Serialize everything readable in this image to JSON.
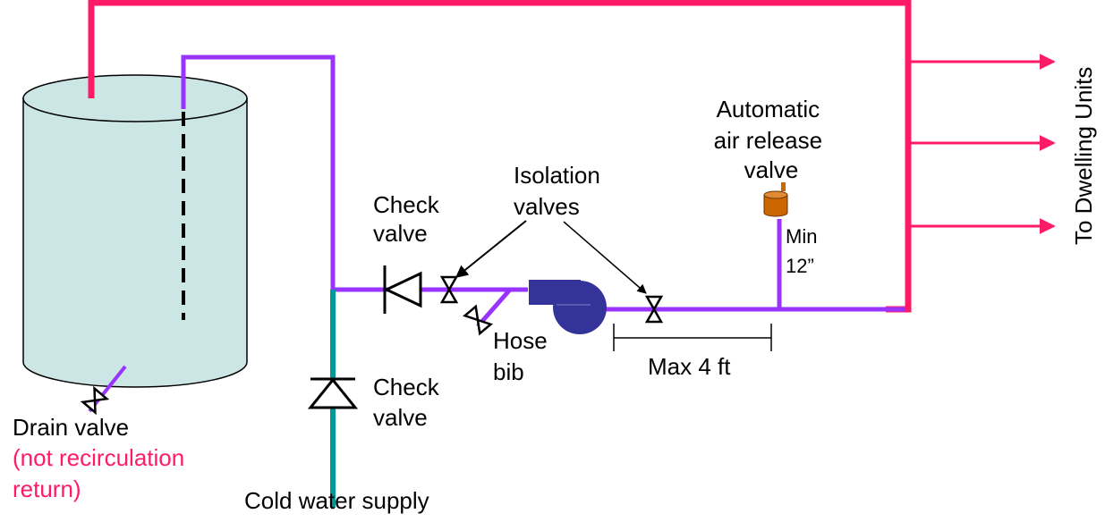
{
  "labels": {
    "check_valve_top": [
      "Check",
      "valve"
    ],
    "isolation_valves": [
      "Isolation",
      "valves"
    ],
    "air_release": [
      "Automatic",
      "air release",
      "valve"
    ],
    "min_height": [
      "Min",
      "12”"
    ],
    "hose_bib": [
      "Hose",
      "bib"
    ],
    "max_distance": "Max 4 ft",
    "check_valve_bottom": [
      "Check",
      "valve"
    ],
    "drain_valve": "Drain valve",
    "drain_note": [
      "(not recirculation",
      "return)"
    ],
    "cold_water": "Cold water supply",
    "dwelling_units": "To Dwelling Units"
  },
  "colors": {
    "hot_supply": "#ff1a66",
    "recirculation": "#9933ff",
    "cold_water": "#009999",
    "tank_fill": "#cce6e6",
    "pump": "#333399",
    "air_valve": "#cc6600",
    "note_text": "#ff1a66"
  },
  "icons": {
    "check_valve": "check-valve-icon",
    "isolation_valve": "gate-valve-icon",
    "pump": "pump-icon",
    "air_release": "air-release-valve-icon",
    "tank": "tank-icon"
  }
}
